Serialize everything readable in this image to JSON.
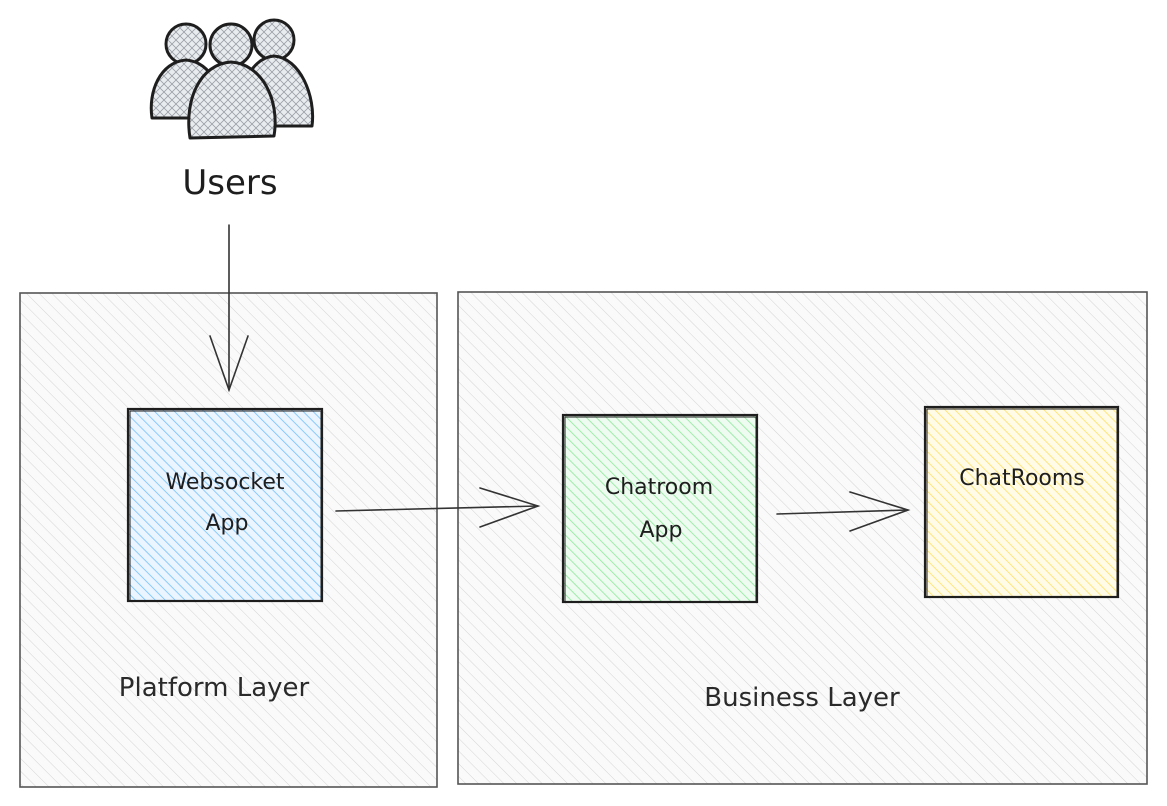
{
  "actors": {
    "users": {
      "label": "Users",
      "icon": "users-icon"
    }
  },
  "layers": {
    "platform": {
      "label": "Platform Layer"
    },
    "business": {
      "label": "Business Layer"
    }
  },
  "nodes": {
    "websocket": {
      "line1": "Websocket",
      "line2": "App",
      "color": "#a5d8ff"
    },
    "chatroom": {
      "line1": "Chatroom",
      "line2": "App",
      "color": "#b2f2bb"
    },
    "chatrooms": {
      "line1": "ChatRooms",
      "color": "#ffec99"
    }
  },
  "edges": [
    {
      "from": "users",
      "to": "websocket"
    },
    {
      "from": "websocket",
      "to": "chatroom"
    },
    {
      "from": "chatroom",
      "to": "chatrooms"
    }
  ],
  "colors": {
    "stroke": "#1e1e1e",
    "layer_fill": "#f3f3f3",
    "layer_border": "#4a4a4a"
  }
}
